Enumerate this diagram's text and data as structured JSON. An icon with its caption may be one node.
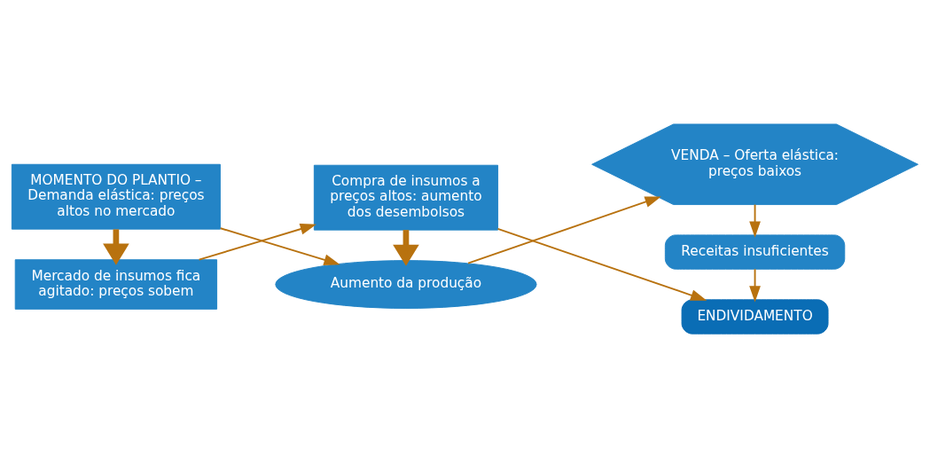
{
  "diagram": {
    "nodes": [
      {
        "text": [
          "MOMENTO DO PLANTIO – Demanda elástica: preços altos no mercado"
        ]
      },
      {
        "text": [
          "Aumento da produção"
        ]
      },
      {
        "text": [
          "VENDA – Oferta elástica: preços baixos"
        ]
      },
      {
        "text": [
          "Receitas insuficientes"
        ]
      },
      {
        "text": [
          "Mercado de insumos fica agitado: preços sobem"
        ]
      },
      {
        "text": [
          "Compra de insumos a preços altos: aumento dos desembolsos"
        ]
      },
      {
        "text": [
          "ENDIVIDAMENTO"
        ]
      }
    ],
    "edges": [
      {
        "from": 0,
        "to": 1,
        "arrow": "to"
      },
      {
        "from": 1,
        "to": 2,
        "arrow": "to"
      },
      {
        "from": 2,
        "to": 3,
        "arrow": "to"
      },
      {
        "from": 3,
        "to": 6,
        "arrow": "to"
      },
      {
        "from": 0,
        "to": 4,
        "arrow": "to",
        "style": "thick"
      },
      {
        "from": 4,
        "to": 5,
        "arrow": "to"
      },
      {
        "from": 5,
        "to": 1,
        "arrow": "to",
        "style": "thick"
      },
      {
        "from": 5,
        "to": 6,
        "arrow": "to"
      }
    ]
  }
}
